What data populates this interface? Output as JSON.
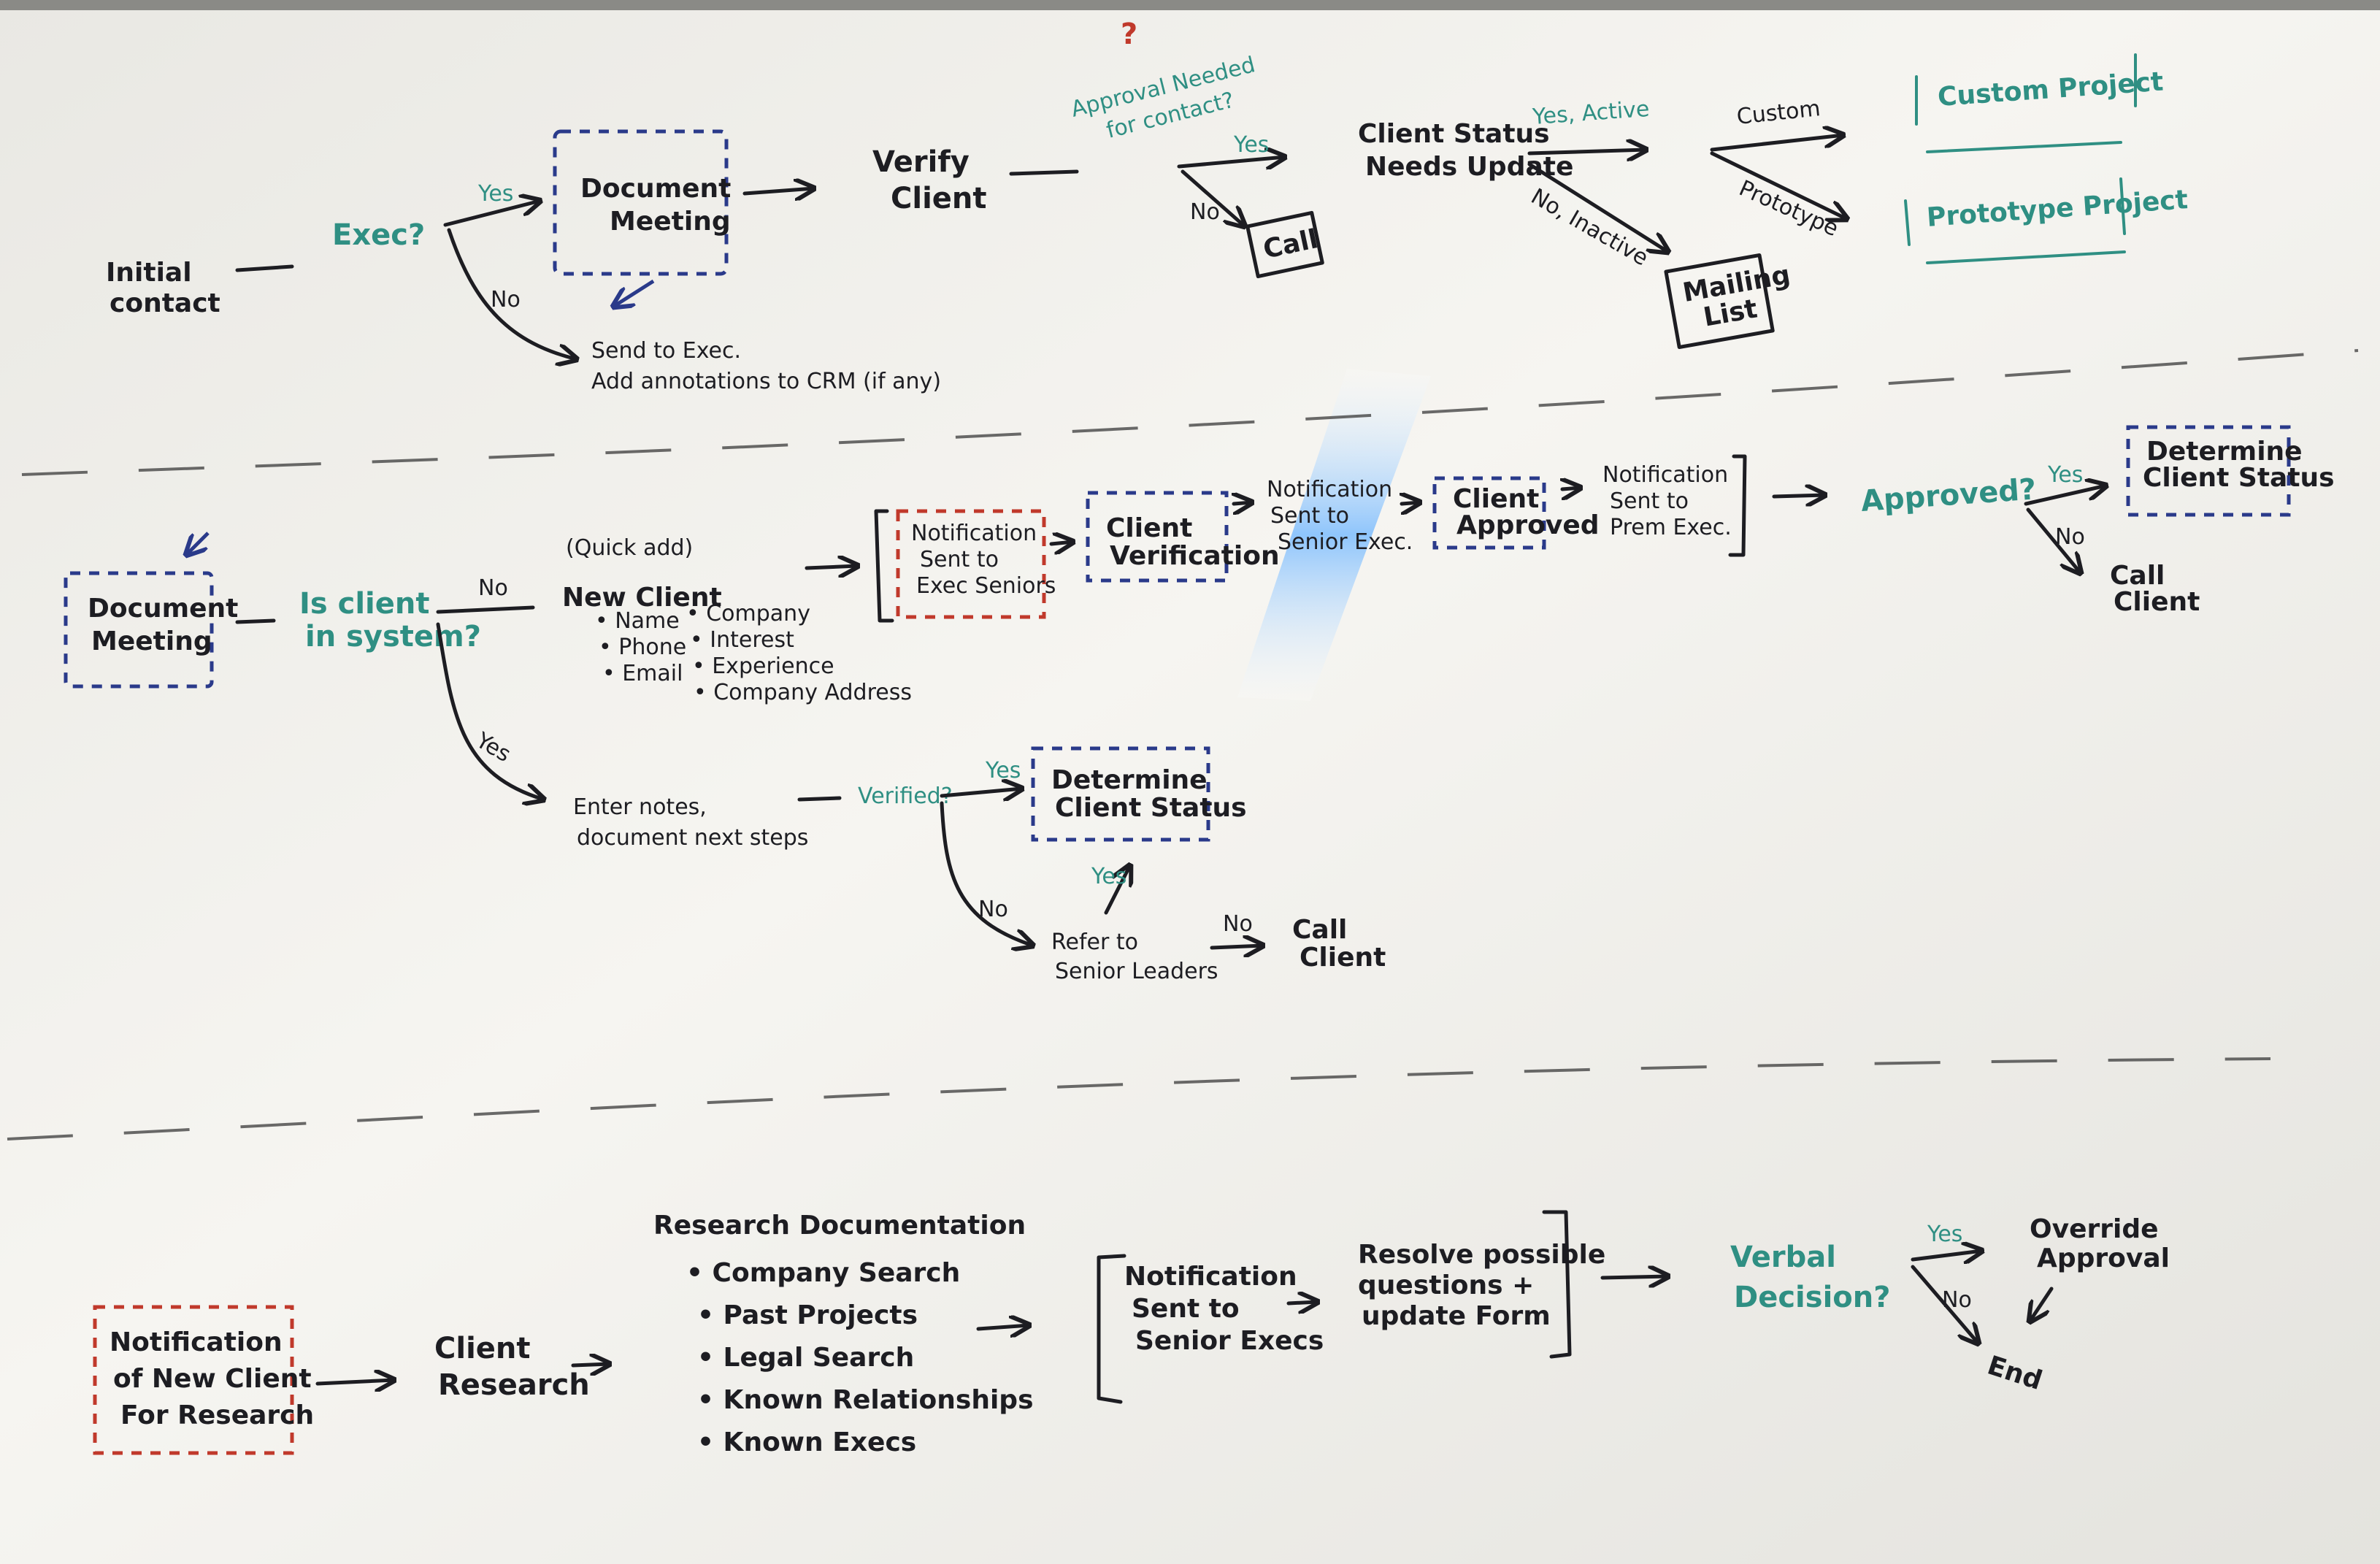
{
  "row1": {
    "initial_contact": [
      "Initial",
      "contact"
    ],
    "exec_q": "Exec?",
    "yes1": "Yes",
    "no1": "No",
    "doc_meeting": [
      "Document",
      "Meeting"
    ],
    "send_exec": [
      "Send to Exec.",
      "Add annotations to CRM (if any)"
    ],
    "verify_client": [
      "Verify",
      "Client"
    ],
    "approval_q": [
      "Approval Needed",
      "for contact?"
    ],
    "question_mark": "?",
    "yes2": "Yes",
    "no2": "No",
    "call": "Call",
    "status_update": [
      "Client Status",
      "Needs Update"
    ],
    "yes_active": "Yes, Active",
    "no_inactive": "No, Inactive",
    "mailing_list": [
      "Mailing",
      "List"
    ],
    "custom": "Custom",
    "prototype": "Prototype",
    "custom_project": "Custom Project",
    "prototype_project": "Prototype Project"
  },
  "row2": {
    "doc_meeting": [
      "Document",
      "Meeting"
    ],
    "in_system_q": [
      "Is client",
      "in system?"
    ],
    "no": "No",
    "yes": "Yes",
    "quick_add": "(Quick add)",
    "new_client": "New Client",
    "fields_left": [
      "• Name",
      "• Phone",
      "• Email"
    ],
    "fields_right": [
      "• Company",
      "• Interest",
      "• Experience",
      "• Company Address"
    ],
    "notif_exec_senior": [
      "Notification",
      "Sent to",
      "Exec Seniors"
    ],
    "client_verification": [
      "Client",
      "Verification"
    ],
    "notif_senior_exec": [
      "Notification",
      "Sent to",
      "Senior Exec."
    ],
    "client_approved": [
      "Client",
      "Approved"
    ],
    "notif_prem_exec": [
      "Notification",
      "Sent to",
      "Prem Exec."
    ],
    "approved_q": "Approved?",
    "yes_a": "Yes",
    "no_a": "No",
    "determine_status_a": [
      "Determine",
      "Client Status"
    ],
    "call_client_a": [
      "Call",
      "Client"
    ],
    "enter_notes": [
      "Enter notes,",
      "document next steps"
    ],
    "verified_q": "Verified?",
    "yes_v": "Yes",
    "no_v": "No",
    "determine_status_b": [
      "Determine",
      "Client Status"
    ],
    "yes_up": "Yes",
    "refer": [
      "Refer to",
      "Senior Leaders"
    ],
    "no_r": "No",
    "call_client_b": [
      "Call",
      "Client"
    ]
  },
  "row3": {
    "notif_new_client": [
      "Notification",
      "of New Client",
      "For Research"
    ],
    "client_research": [
      "Client",
      "Research"
    ],
    "research_doc_title": "Research Documentation",
    "research_items": [
      "• Company Search",
      "• Past Projects",
      "• Legal Search",
      "• Known Relationships",
      "• Known Execs"
    ],
    "notif_senior_execs": [
      "Notification",
      "Sent to",
      "Senior Execs"
    ],
    "resolve": [
      "Resolve possible",
      "questions +",
      "update Form"
    ],
    "verbal_q": [
      "Verbal",
      "Decision?"
    ],
    "yes": "Yes",
    "no": "No",
    "override": [
      "Override",
      "Approval"
    ],
    "end": "End"
  },
  "colors": {
    "black_ink": "#1d1d22",
    "green_ink": "#2f8f83",
    "blue_ink": "#2a3a8a",
    "red_ink": "#c0392b",
    "board": "#f3f2ee"
  }
}
